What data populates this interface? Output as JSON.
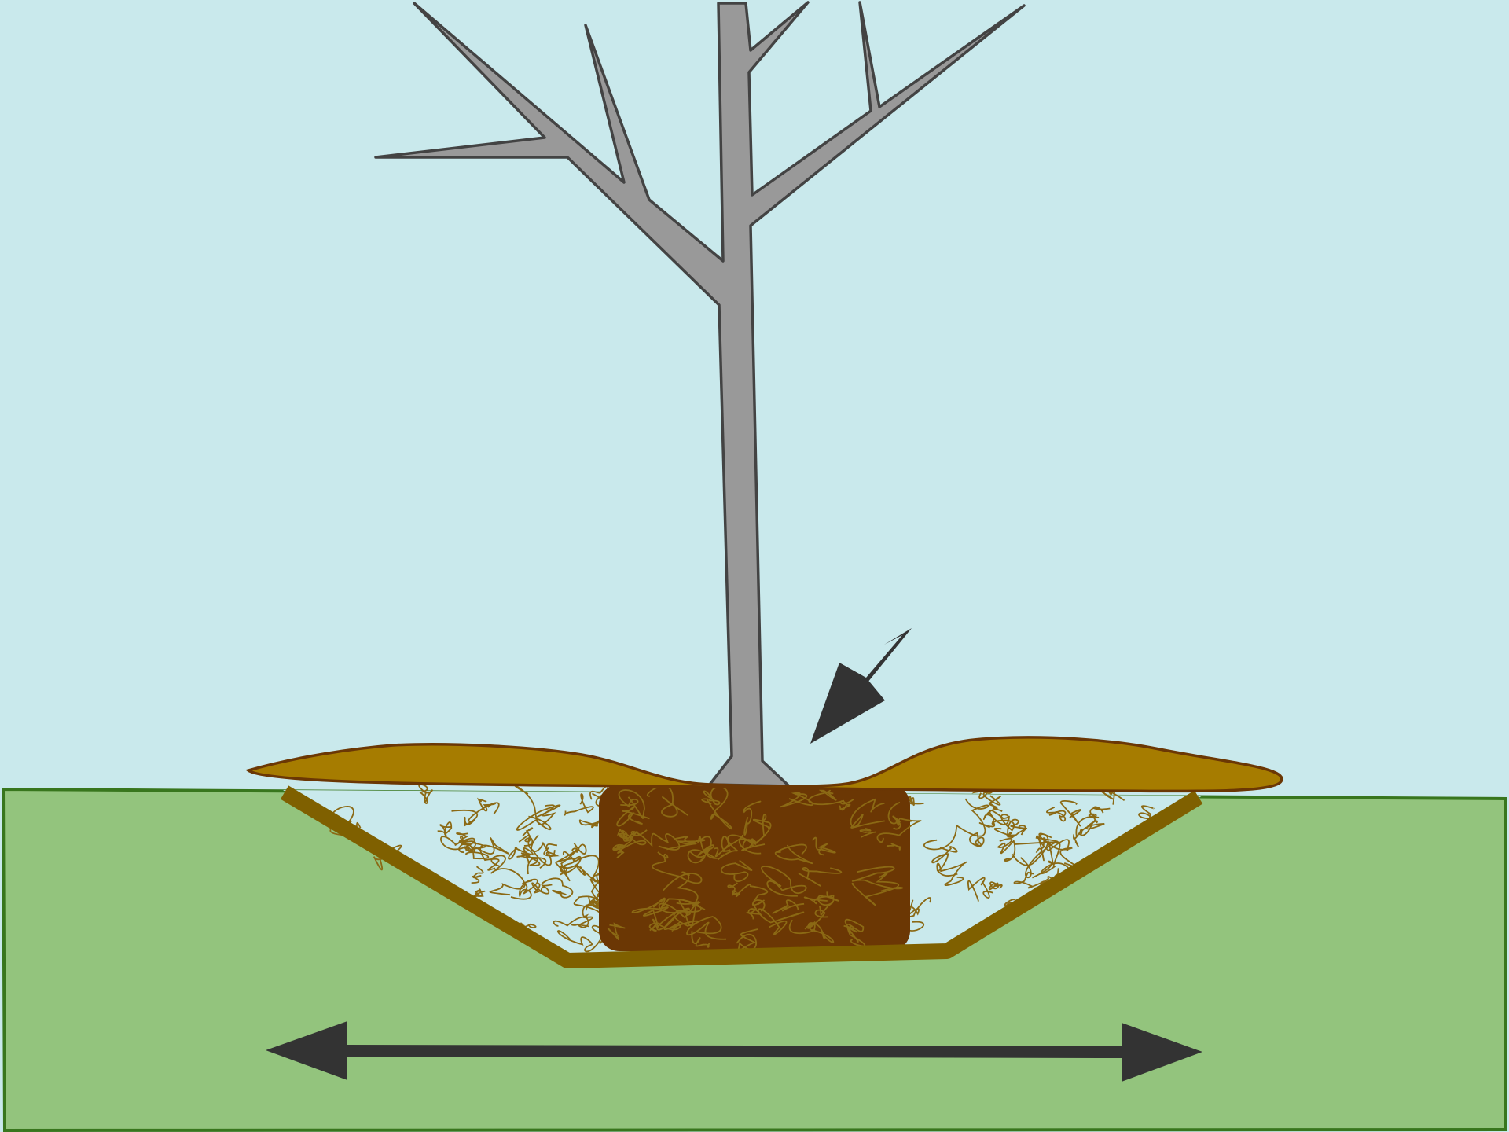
{
  "diagram": {
    "kind": "tree planting illustration",
    "elements": [
      "sky",
      "ground",
      "planting-hole",
      "backfill-soil",
      "root-ball",
      "tree-trunk",
      "tree-branches",
      "mulch-mound",
      "root-collar-arrow-icon",
      "width-double-arrow-icon"
    ]
  },
  "colors": {
    "sky": "#c9e9ec",
    "ground_fill": "#93c47d",
    "ground_stroke": "#38761d",
    "hole_wall": "#7f6000",
    "root_ball": "#6b3704",
    "roots_scribble": "#8b6914",
    "mulch_fill": "#a67c00",
    "mulch_stroke": "#6b3704",
    "tree_fill": "#999999",
    "tree_stroke": "#434343",
    "arrow": "#333333"
  }
}
